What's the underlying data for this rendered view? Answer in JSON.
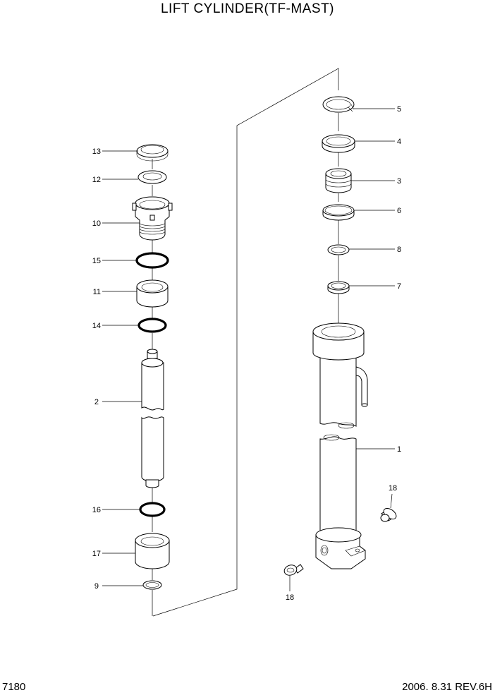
{
  "title": "LIFT CYLINDER(TF-MAST)",
  "page_number": "7180",
  "revision": "2006. 8.31 REV.6H",
  "callouts": {
    "p1": "1",
    "p2": "2",
    "p3": "3",
    "p4": "4",
    "p5": "5",
    "p6": "6",
    "p7": "7",
    "p8": "8",
    "p9": "9",
    "p10": "10",
    "p11": "11",
    "p12": "12",
    "p13": "13",
    "p14": "14",
    "p15": "15",
    "p16": "16",
    "p17": "17",
    "p18a": "18",
    "p18b": "18"
  }
}
